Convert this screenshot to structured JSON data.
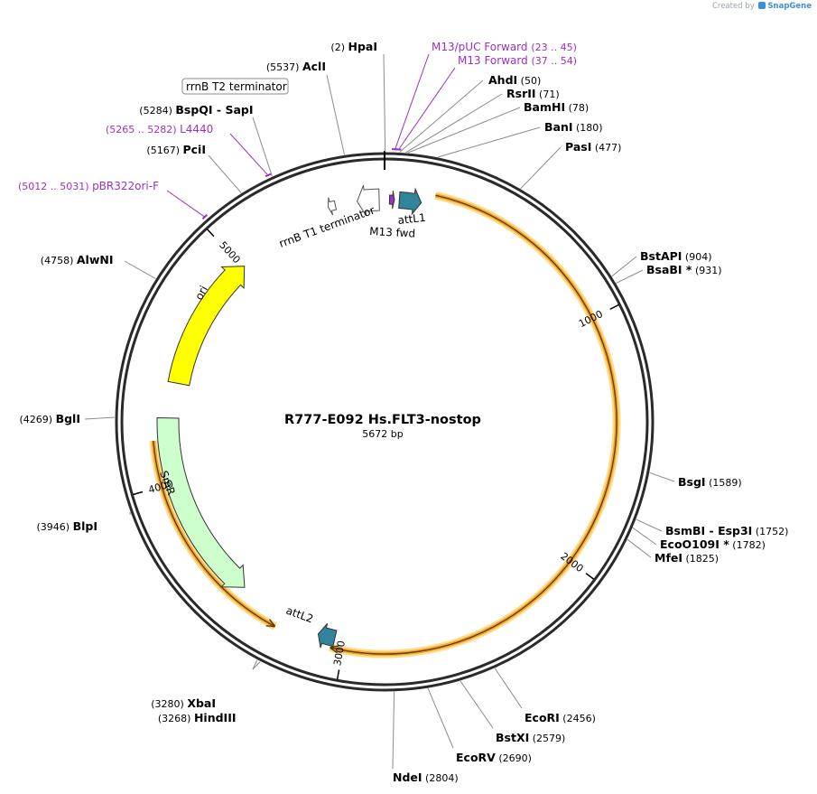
{
  "watermark": {
    "prefix": "Created by",
    "brand": "SnapGene"
  },
  "plasmid": {
    "name": "R777-E092 Hs.FLT3-nostop",
    "length_label": "5672 bp",
    "length": 5672
  },
  "colors": {
    "backbone": "#2a2a2a",
    "orange_outline": "#f5a623",
    "orange_glow": "#fbdc8e",
    "ori": "#ffff00",
    "smr": "#ccffcc",
    "att": "#31849b",
    "m13": "#9b30c9",
    "primer": "#9b30c9"
  },
  "ticks": [
    {
      "bp": 1000,
      "label": "1000"
    },
    {
      "bp": 2000,
      "label": "2000"
    },
    {
      "bp": 3000,
      "label": "3000"
    },
    {
      "bp": 4000,
      "label": "4000"
    },
    {
      "bp": 5000,
      "label": "5000"
    }
  ],
  "features": [
    {
      "name": "ORF",
      "label": "",
      "start": 200,
      "end": 3050,
      "direction": "cw",
      "kind": "thin-orange"
    },
    {
      "name": "SmR-track",
      "label": "",
      "start": 3280,
      "end": 4180,
      "direction": "ccw",
      "kind": "thin-orange"
    },
    {
      "name": "ori",
      "label": "ori",
      "start": 4420,
      "end": 5010,
      "direction": "cw",
      "kind": "arrow",
      "color": "#ffff00"
    },
    {
      "name": "SmR",
      "label": "SmR",
      "start": 3470,
      "end": 4270,
      "direction": "ccw",
      "kind": "arrow",
      "color": "#ccffcc"
    },
    {
      "name": "attL1",
      "label": "attL1",
      "start": 60,
      "end": 150,
      "direction": "cw",
      "kind": "arrow",
      "color": "#31849b"
    },
    {
      "name": "attL2",
      "label": "attL2",
      "start": 3040,
      "end": 3110,
      "direction": "cw",
      "kind": "arrow",
      "color": "#31849b"
    },
    {
      "name": "M13 fwd",
      "label": "M13 fwd",
      "start": 20,
      "end": 40,
      "direction": "cw",
      "kind": "small",
      "color": "#9b30c9"
    },
    {
      "name": "rrnB T1 terminator",
      "label": "rrnB T1 terminator",
      "start": 5560,
      "end": 5650,
      "direction": "ccw",
      "kind": "arrow",
      "color": "#ffffff"
    },
    {
      "name": "rrnB T2 terminator",
      "label": "rrnB T2 terminator",
      "start": 5440,
      "end": 5470,
      "direction": "ccw",
      "kind": "small",
      "color": "#ffffff"
    }
  ],
  "enzymes": [
    {
      "name": "HpaI",
      "pos": "(2)",
      "bp": 2
    },
    {
      "name": "AhdI",
      "pos": "(50)",
      "bp": 50
    },
    {
      "name": "RsrII",
      "pos": "(71)",
      "bp": 71
    },
    {
      "name": "BamHI",
      "pos": "(78)",
      "bp": 78
    },
    {
      "name": "BanI",
      "pos": "(180)",
      "bp": 180
    },
    {
      "name": "PasI",
      "pos": "(477)",
      "bp": 477
    },
    {
      "name": "BstAPI",
      "pos": "(904)",
      "bp": 904
    },
    {
      "name": "BsaBI *",
      "pos": "(931)",
      "bp": 931
    },
    {
      "name": "BsgI",
      "pos": "(1589)",
      "bp": 1589
    },
    {
      "name": "BsmBI  - Esp3I",
      "pos": "(1752)",
      "bp": 1752
    },
    {
      "name": "EcoO109I *",
      "pos": "(1782)",
      "bp": 1782
    },
    {
      "name": "MfeI",
      "pos": "(1825)",
      "bp": 1825
    },
    {
      "name": "EcoRI",
      "pos": "(2456)",
      "bp": 2456
    },
    {
      "name": "BstXI",
      "pos": "(2579)",
      "bp": 2579
    },
    {
      "name": "EcoRV",
      "pos": "(2690)",
      "bp": 2690
    },
    {
      "name": "NdeI",
      "pos": "(2804)",
      "bp": 2804
    },
    {
      "name": "HindIII",
      "pos": "(3268)",
      "bp": 3268
    },
    {
      "name": "XbaI",
      "pos": "(3280)",
      "bp": 3280
    },
    {
      "name": "BlpI",
      "pos": "(3946)",
      "bp": 3946
    },
    {
      "name": "BglI",
      "pos": "(4269)",
      "bp": 4269
    },
    {
      "name": "AlwNI",
      "pos": "(4758)",
      "bp": 4758
    },
    {
      "name": "PciI",
      "pos": "(5167)",
      "bp": 5167
    },
    {
      "name": "BspQI  - SapI",
      "pos": "(5284)",
      "bp": 5284
    },
    {
      "name": "AclI",
      "pos": "(5537)",
      "bp": 5537
    }
  ],
  "primers": [
    {
      "name": "M13/pUC Forward",
      "range": "(23 .. 45)",
      "bp": 34
    },
    {
      "name": "M13 Forward",
      "range": "(37 .. 54)",
      "bp": 45
    },
    {
      "name": "L4440",
      "range": "(5265 .. 5282)",
      "bp": 5274
    },
    {
      "name": "pBR322ori-F",
      "range": "(5012 .. 5031)",
      "bp": 5022
    }
  ]
}
